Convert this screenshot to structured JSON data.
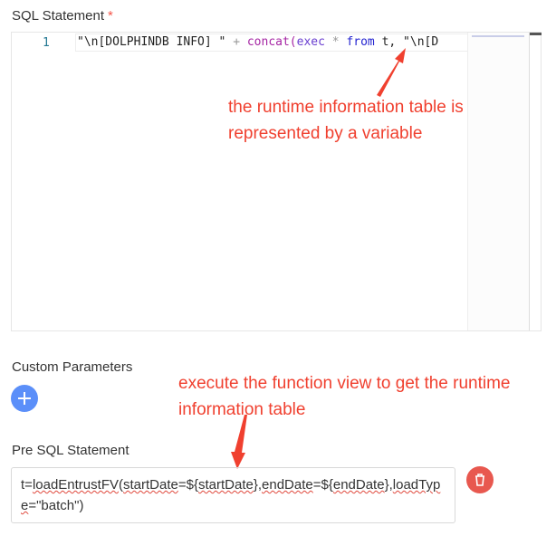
{
  "sql_statement": {
    "label": "SQL Statement",
    "required_mark": "*",
    "line_number": "1",
    "code_tokens": [
      {
        "text": "\"\\n[DOLPHINDB INFO] \" ",
        "color": "#222222"
      },
      {
        "text": "+ ",
        "color": "#999999"
      },
      {
        "text": "concat(",
        "color": "#a626a4"
      },
      {
        "text": "exec ",
        "color": "#6a3fd0"
      },
      {
        "text": "* ",
        "color": "#999999"
      },
      {
        "text": "from ",
        "color": "#2323d0"
      },
      {
        "text": "t, \"\\n[D",
        "color": "#222222"
      }
    ]
  },
  "annotations": {
    "variable_note": "the runtime information table is represented by a variable",
    "function_view_note": "execute the function view to get the runtime information table"
  },
  "custom_parameters": {
    "label": "Custom Parameters",
    "add_icon": "plus-icon"
  },
  "pre_sql": {
    "label": "Pre SQL Statement",
    "value_parts": [
      "t=",
      "loadEntrustFV",
      "(",
      "startDate",
      "=${",
      "startDate",
      "},",
      "endDate",
      "=${",
      "endDate",
      "},",
      "loadType",
      "=\"batch\")"
    ],
    "delete_icon": "trash-icon"
  },
  "colors": {
    "annotation": "#f0402f",
    "add_button": "#5b8ff9",
    "delete_button": "#e8584f"
  }
}
